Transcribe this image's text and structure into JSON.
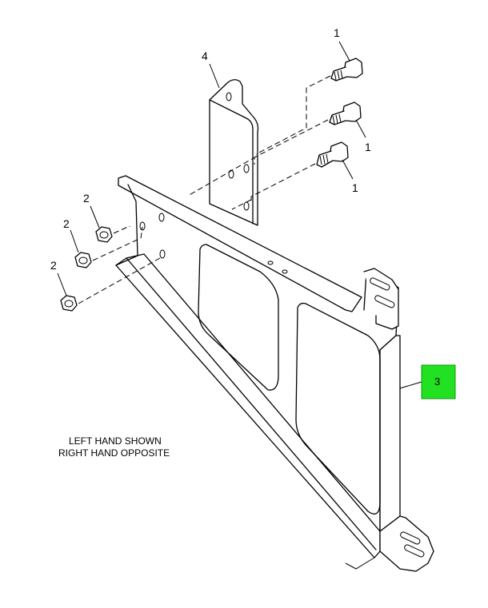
{
  "callouts": {
    "bolt_top": "1",
    "bolt_middle": "1",
    "bolt_bottom": "1",
    "nut_top": "2",
    "nut_middle": "2",
    "nut_bottom": "2",
    "bracket_part": "3",
    "plate_part": "4"
  },
  "note": {
    "line1": "LEFT HAND SHOWN",
    "line2": "RIGHT HAND OPPOSITE"
  },
  "colors": {
    "highlight": "#22e022",
    "line": "#000000",
    "background": "#ffffff"
  }
}
